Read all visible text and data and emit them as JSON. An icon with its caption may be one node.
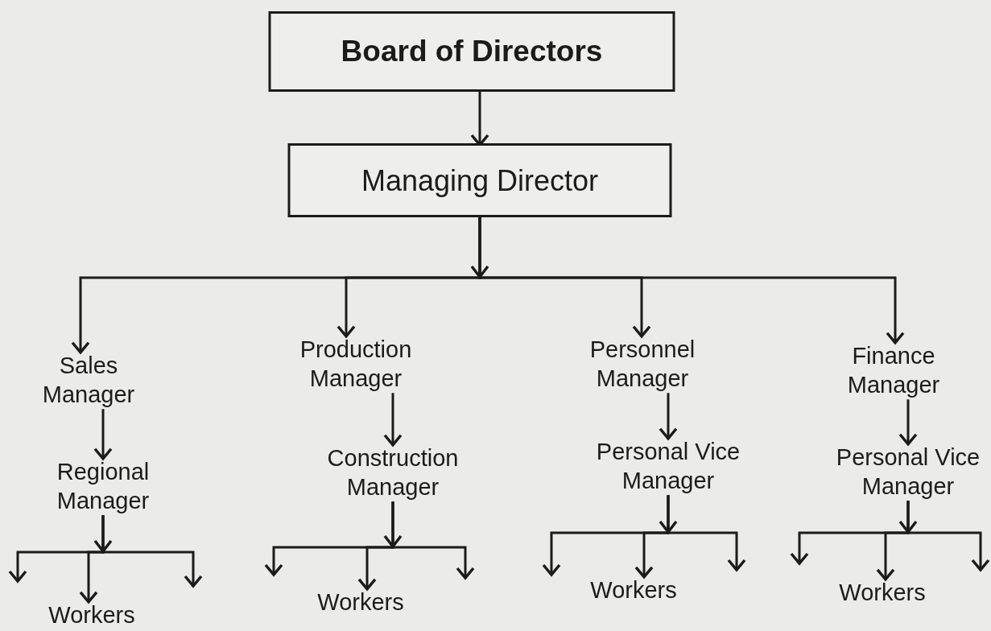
{
  "diagram": {
    "nodes": [
      {
        "text": [
          "Board of Directors"
        ]
      },
      {
        "text": [
          "Managing Director"
        ]
      },
      {
        "text": [
          "Sales Manager"
        ]
      },
      {
        "text": [
          "Production Manager"
        ]
      },
      {
        "text": [
          "Personnel Manager"
        ]
      },
      {
        "text": [
          "Finance Manager"
        ]
      },
      {
        "text": [
          "Regional Manager"
        ]
      },
      {
        "text": [
          "Construction Manager"
        ]
      },
      {
        "text": [
          "Personal Vice Manager"
        ]
      },
      {
        "text": [
          "Personal Vice Manager"
        ]
      },
      {
        "text": [
          "Workers"
        ]
      },
      {
        "text": [
          "Workers"
        ]
      },
      {
        "text": [
          "Workers"
        ]
      },
      {
        "text": [
          "Workers"
        ]
      }
    ],
    "edges": [
      {
        "from": 0,
        "to": 1,
        "arrow": "to"
      },
      {
        "from": 1,
        "to": 2,
        "arrow": "to"
      },
      {
        "from": 1,
        "to": 3,
        "arrow": "to"
      },
      {
        "from": 1,
        "to": 4,
        "arrow": "to"
      },
      {
        "from": 1,
        "to": 5,
        "arrow": "to"
      },
      {
        "from": 2,
        "to": 6,
        "arrow": "to"
      },
      {
        "from": 3,
        "to": 7,
        "arrow": "to"
      },
      {
        "from": 4,
        "to": 8,
        "arrow": "to"
      },
      {
        "from": 5,
        "to": 9,
        "arrow": "to"
      },
      {
        "from": 6,
        "to": null,
        "arrow": "to"
      },
      {
        "from": 6,
        "to": 10,
        "arrow": "to"
      },
      {
        "from": 6,
        "to": null,
        "arrow": "to"
      },
      {
        "from": 7,
        "to": null,
        "arrow": "to"
      },
      {
        "from": 7,
        "to": 11,
        "arrow": "to"
      },
      {
        "from": 7,
        "to": null,
        "arrow": "to"
      },
      {
        "from": 8,
        "to": null,
        "arrow": "to"
      },
      {
        "from": 8,
        "to": 12,
        "arrow": "to"
      },
      {
        "from": 8,
        "to": null,
        "arrow": "to"
      },
      {
        "from": 9,
        "to": null,
        "arrow": "to"
      },
      {
        "from": 9,
        "to": 13,
        "arrow": "to"
      },
      {
        "from": 9,
        "to": null,
        "arrow": "to"
      }
    ]
  }
}
